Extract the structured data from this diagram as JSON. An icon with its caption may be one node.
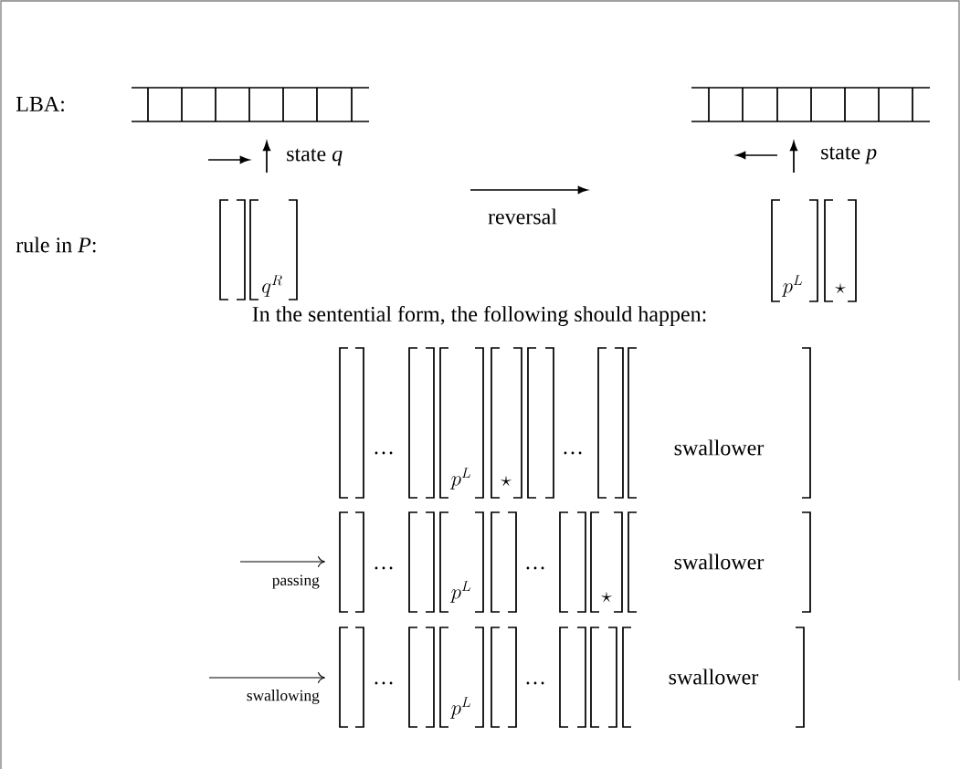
{
  "diagram": {
    "labels": [
      "LBA:",
      "state *q*",
      "state *p*",
      "reversal",
      "rule in *P*:",
      "q^R",
      "p^L",
      "\\star",
      "In the sentential form, the following should happen:",
      "…",
      "p^L",
      "\\star",
      "…",
      "swallower",
      "passing",
      "…",
      "p^L",
      "…",
      "\\star",
      "swallower",
      "swallowing",
      "…",
      "p^L",
      "…",
      "swallower"
    ]
  }
}
